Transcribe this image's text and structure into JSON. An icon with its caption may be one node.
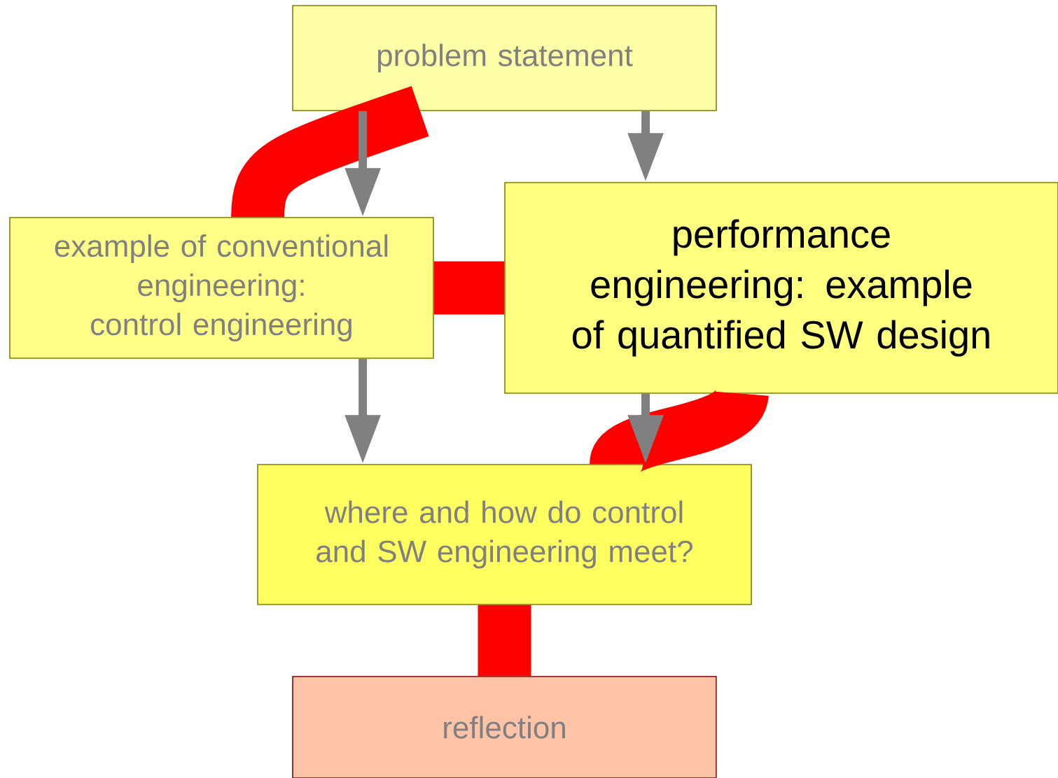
{
  "diagram": {
    "nodes": [
      {
        "text": [
          "problem statement"
        ]
      },
      {
        "text": [
          "example of conventional engineering: control engineering"
        ]
      },
      {
        "text": [
          "performance engineering: example of quantified SW design"
        ]
      },
      {
        "text": [
          "where and how do control and SW engineering meet?"
        ]
      },
      {
        "text": [
          "reflection"
        ]
      }
    ],
    "edges": [
      {
        "from": 0,
        "to": 1,
        "arrow": "to",
        "color": "#808080"
      },
      {
        "from": 0,
        "to": 2,
        "arrow": "to",
        "color": "#808080"
      },
      {
        "from": 1,
        "to": 3,
        "arrow": "to",
        "color": "#808080"
      },
      {
        "from": 2,
        "to": 3,
        "arrow": "to",
        "color": "#808080"
      },
      {
        "from": 0,
        "to": 1,
        "arrow": "none",
        "style": "thick",
        "color": "#ff0000"
      },
      {
        "from": 1,
        "to": 2,
        "arrow": "none",
        "style": "thick",
        "color": "#ff0000"
      },
      {
        "from": 2,
        "to": 3,
        "arrow": "none",
        "style": "thick",
        "color": "#ff0000"
      },
      {
        "from": 3,
        "to": 4,
        "arrow": "none",
        "style": "thick",
        "color": "#ff0000"
      }
    ]
  }
}
